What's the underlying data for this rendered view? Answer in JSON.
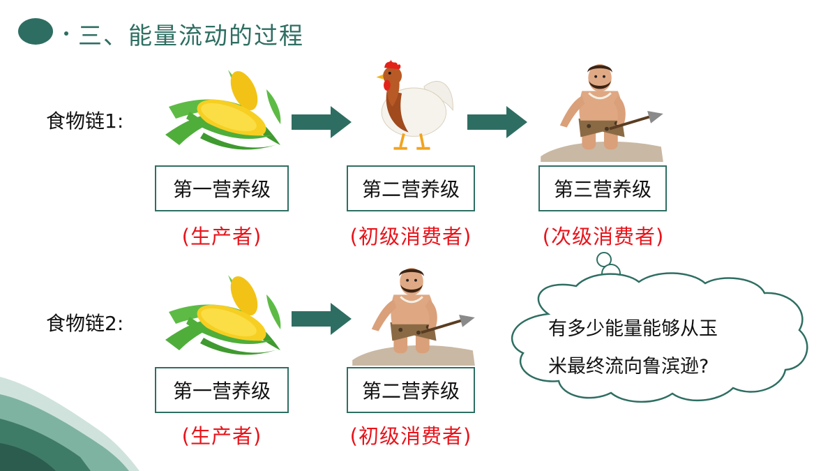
{
  "header": {
    "title": "三、能量流动的过程"
  },
  "colors": {
    "accent": "#2e6e62",
    "role_red": "#e8141b"
  },
  "chain1": {
    "label": "食物链1:",
    "levels": [
      {
        "level": "第一营养级",
        "role": "(生产者)",
        "icon": "corn-icon"
      },
      {
        "level": "第二营养级",
        "role": "(初级消费者)",
        "icon": "chicken-icon"
      },
      {
        "level": "第三营养级",
        "role": "(次级消费者)",
        "icon": "caveman-icon"
      }
    ]
  },
  "chain2": {
    "label": "食物链2:",
    "levels": [
      {
        "level": "第一营养级",
        "role": "(生产者)",
        "icon": "corn-icon"
      },
      {
        "level": "第二营养级",
        "role": "(初级消费者)",
        "icon": "caveman-icon"
      }
    ]
  },
  "thought": {
    "line1": "有多少能量能够从玉",
    "line2": "米最终流向鲁滨逊?"
  }
}
